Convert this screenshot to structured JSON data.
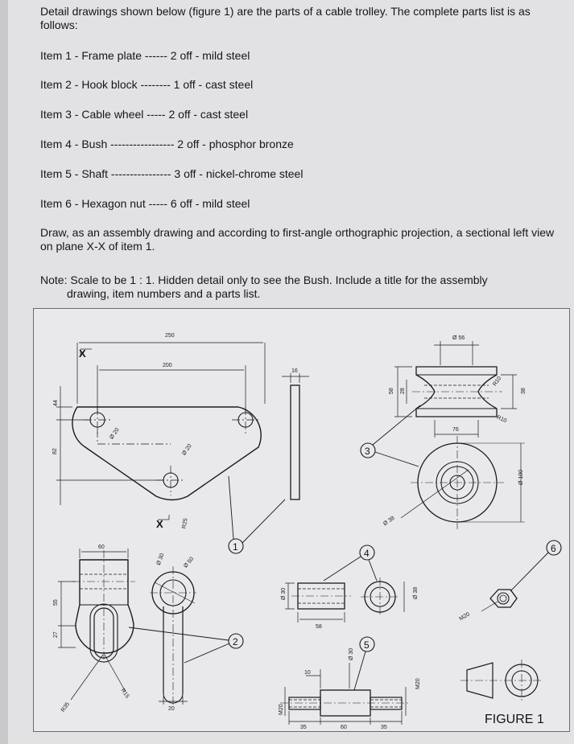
{
  "intro": "Detail drawings shown below (figure 1) are the parts of a cable trolley. The complete parts list is as follows:",
  "items": [
    "Item 1 - Frame plate ------ 2 off - mild steel",
    "Item 2 - Hook block -------- 1 off - cast steel",
    "Item 3 - Cable wheel ----- 2 off - cast steel",
    "Item 4 - Bush ----------------- 2 off - phosphor bronze",
    "Item 5 - Shaft ---------------- 3 off - nickel-chrome steel",
    "Item 6 - Hexagon nut ----- 6 off - mild steel"
  ],
  "task": "Draw, as an assembly drawing and according to first-angle orthographic projection, a sectional left view on plane X-X of item 1.",
  "note_line1": "Note: Scale to be 1 : 1.  Hidden detail only to see the Bush. Include a title for the assembly",
  "note_line2": "drawing, item numbers and a parts list.",
  "figure": {
    "caption": "FIGURE 1",
    "section_mark": "X",
    "item_numbers": [
      "1",
      "2",
      "3",
      "4",
      "5",
      "6"
    ],
    "dims": {
      "d250": "250",
      "d200": "200",
      "d16": "16",
      "d44": "44",
      "d82": "82",
      "dia20a": "Ø 20",
      "dia20b": "Ø 20",
      "r25": "R25",
      "dia56": "Ø 56",
      "d58": "58",
      "d28": "28",
      "d38": "38",
      "r10a": "R10",
      "r10b": "R10",
      "d76": "76",
      "dia38w": "Ø 38",
      "dia100": "Ø 100",
      "d60": "60",
      "d55": "55",
      "d27": "27",
      "r35": "R35",
      "r15": "R15",
      "dia30h": "Ø 30",
      "dia50": "Ø 50",
      "d20": "20",
      "dia30b": "Ø 30",
      "d58b": "58",
      "dia38b": "Ø 38",
      "m20n": "M20",
      "d10": "10",
      "dia30s": "Ø 30",
      "m20a": "M20",
      "m20b": "M20",
      "d35a": "35",
      "d60s": "60",
      "d35b": "35"
    }
  }
}
